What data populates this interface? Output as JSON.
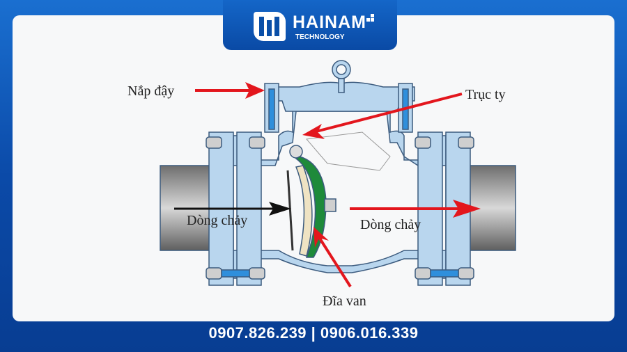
{
  "brand": {
    "name": "HAINAM",
    "tagline": "TECHNOLOGY"
  },
  "diagram": {
    "labels": {
      "cover": "Nắp đậy",
      "shaft": "Trục ty",
      "flow_in": "Dòng chảy",
      "flow_out": "Dòng chảy",
      "disc": "Đĩa van"
    },
    "colors": {
      "body": "#b9d6ee",
      "outline": "#3c5b7e",
      "arrow": "#e3161d",
      "disc_green": "#1e8a3a",
      "bolt_blue": "#2f8fdc"
    }
  },
  "footer": {
    "phones": "0907.826.239 | 0906.016.339"
  }
}
